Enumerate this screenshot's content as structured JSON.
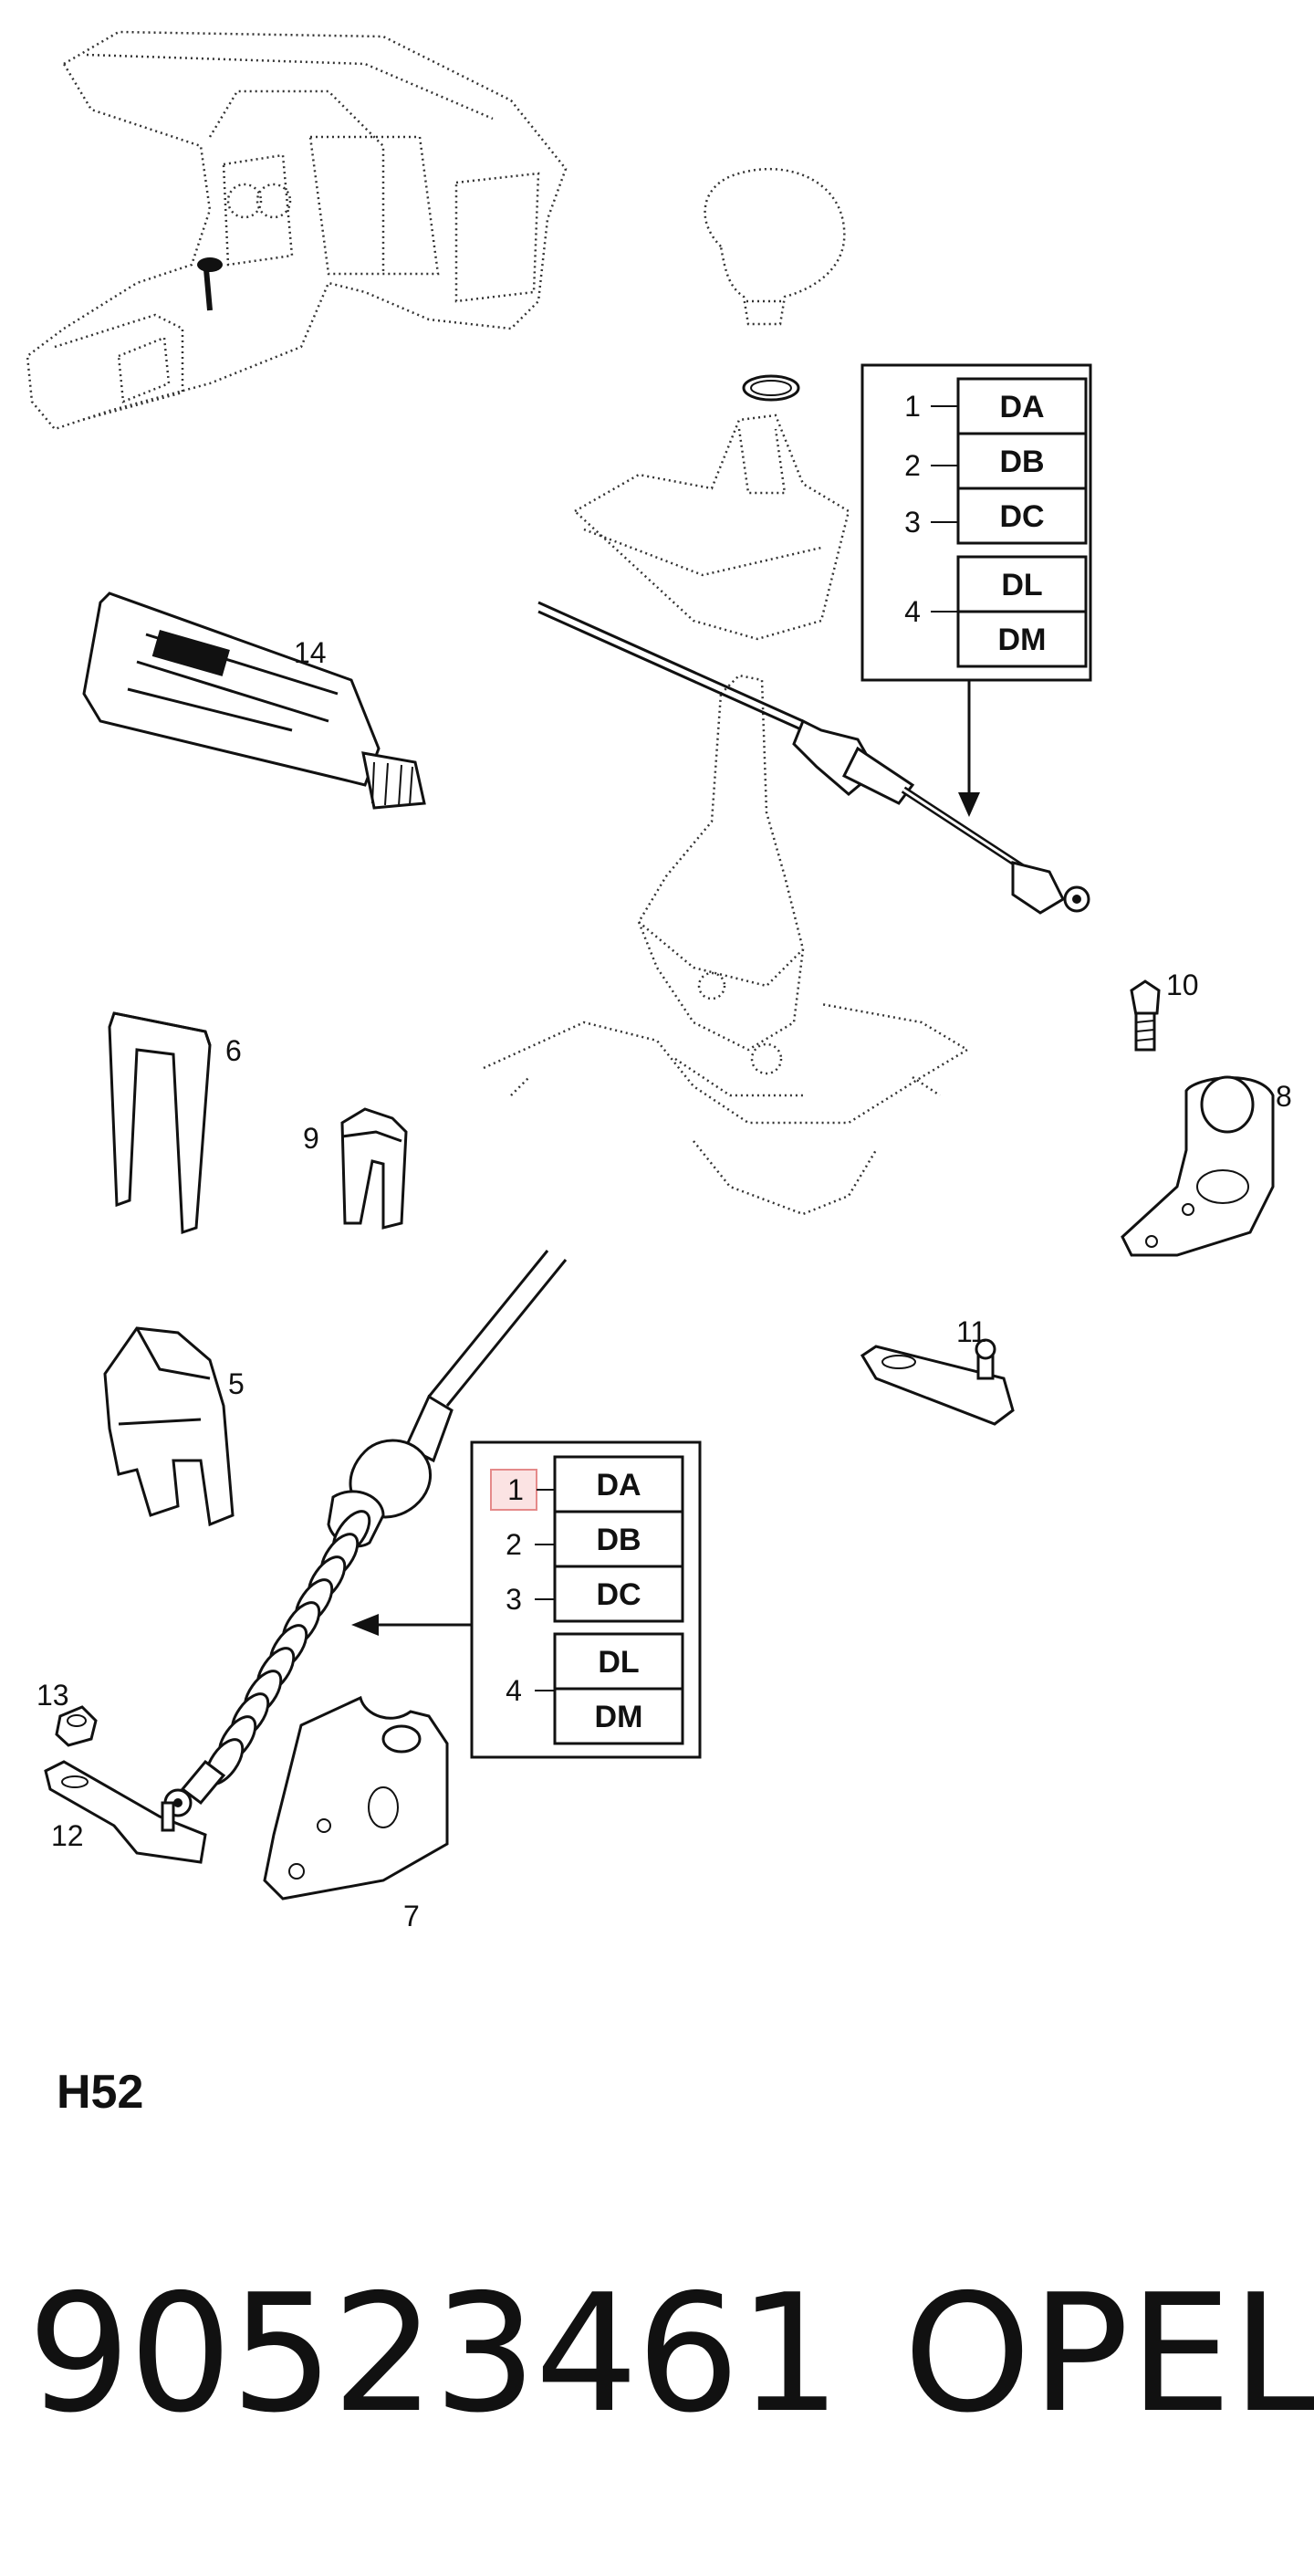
{
  "callouts": {
    "c1": "1",
    "c2": "2",
    "c3": "3",
    "c4": "4",
    "c5": "5",
    "c6": "6",
    "c7": "7",
    "c8": "8",
    "c9": "9",
    "c10": "10",
    "c11": "11",
    "c12": "12",
    "c13": "13",
    "c14": "14"
  },
  "variant_table_top": {
    "rows": [
      "DA",
      "DB",
      "DC"
    ],
    "group": [
      "DL",
      "DM"
    ],
    "numbers": [
      "1",
      "2",
      "3",
      "4"
    ]
  },
  "variant_table_bottom": {
    "rows": [
      "DA",
      "DB",
      "DC"
    ],
    "group": [
      "DL",
      "DM"
    ],
    "numbers": [
      "1",
      "2",
      "3",
      "4"
    ]
  },
  "highlight_color": "#e58a8a",
  "sheet_code": "H52",
  "part_number": "90523461",
  "brand": "OPEL"
}
